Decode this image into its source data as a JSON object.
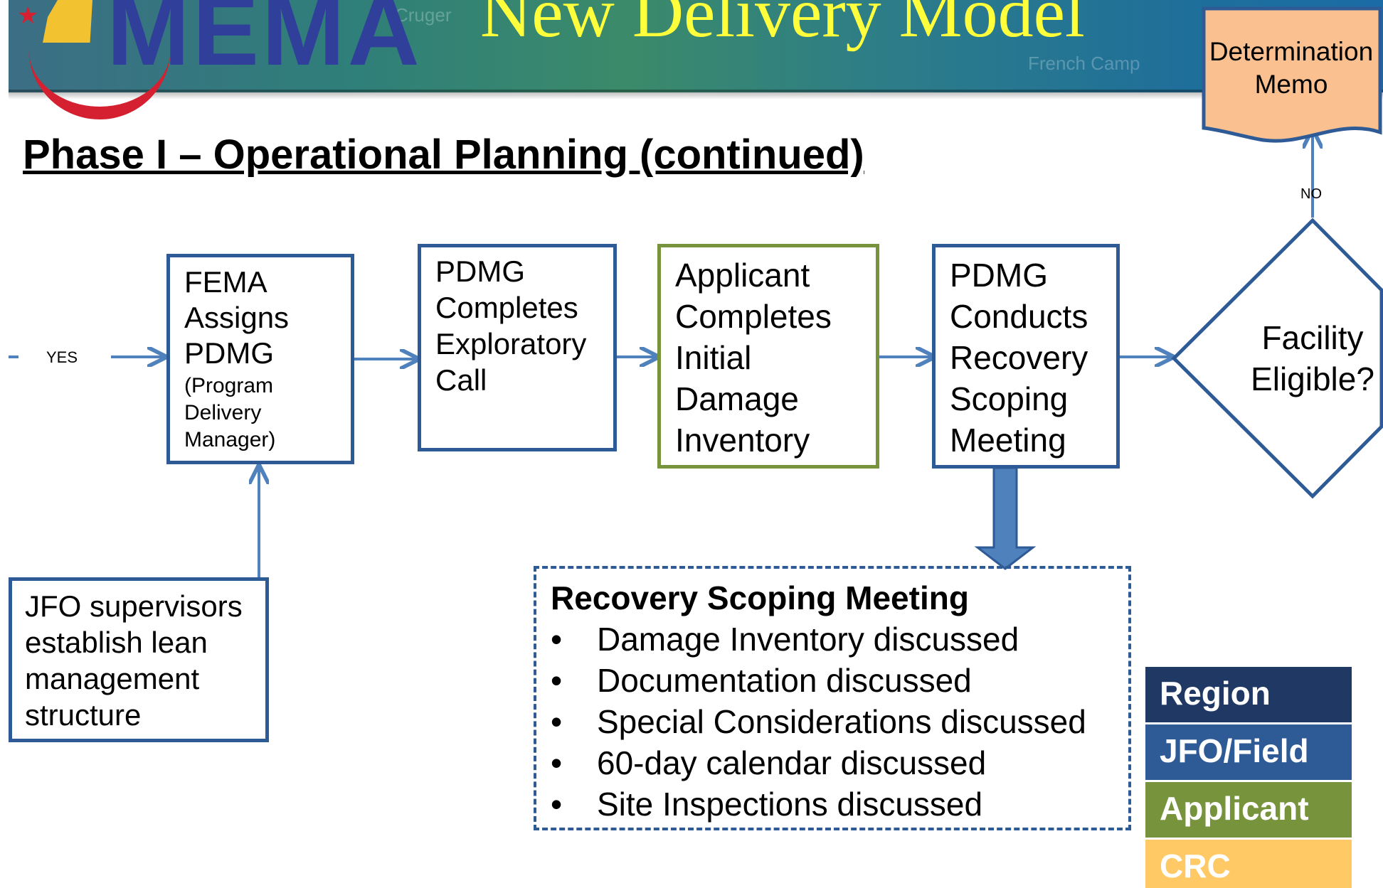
{
  "banner": {
    "logo_text": "MEMA",
    "title": "New Delivery Model",
    "map_words": [
      "Cruger",
      "French Camp"
    ]
  },
  "page_title": "Phase I – Operational Planning (continued)",
  "flow": {
    "yes_label": "YES",
    "no_label": "NO",
    "fema_box": {
      "line1": "FEMA",
      "line2": "Assigns",
      "line3": "PDMG",
      "sub1": "(Program",
      "sub2": "Delivery",
      "sub3": "Manager)"
    },
    "pdmg_call_box": [
      "PDMG",
      "Completes",
      "Exploratory",
      "Call"
    ],
    "applicant_box": [
      "Applicant",
      "Completes",
      "Initial",
      "Damage",
      "Inventory"
    ],
    "pdmg_meeting_box": [
      "PDMG",
      "Conducts",
      "Recovery",
      "Scoping",
      "Meeting"
    ],
    "decision": [
      "Facility",
      "Eligible?"
    ],
    "memo": [
      "Determination",
      "Memo"
    ],
    "jfo_box": [
      "JFO supervisors",
      "establish lean",
      "management",
      "structure"
    ]
  },
  "scoping": {
    "title": "Recovery Scoping Meeting",
    "items": [
      "Damage Inventory discussed",
      "Documentation discussed",
      "Special Considerations discussed",
      "60-day calendar discussed",
      "Site Inspections discussed"
    ]
  },
  "legend": [
    {
      "label": "Region",
      "color": "#1f3864"
    },
    {
      "label": "JFO/Field",
      "color": "#2e5a96"
    },
    {
      "label": "Applicant",
      "color": "#77933c"
    },
    {
      "label": "CRC",
      "color": "#ffc966"
    }
  ]
}
